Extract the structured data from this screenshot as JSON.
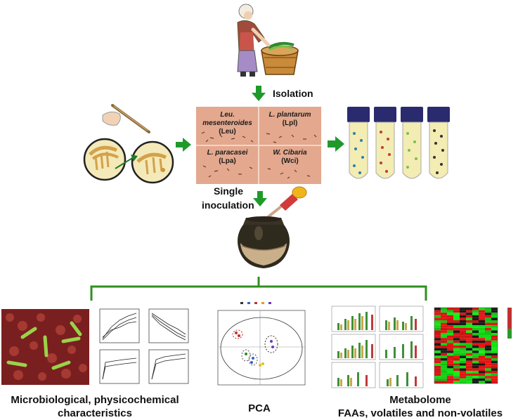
{
  "labels": {
    "isolation": "Isolation",
    "single": "Single",
    "inoculation": "inoculation"
  },
  "strains": [
    {
      "name": "Leu. mesenteroides",
      "abbr": "(Leu)"
    },
    {
      "name": "L. plantarum",
      "abbr": "(Lpl)"
    },
    {
      "name": "L. paracasei",
      "abbr": "(Lpa)"
    },
    {
      "name": "W. Cibaria",
      "abbr": "(Wci)"
    }
  ],
  "captions": {
    "micro_line1": "Microbiological, physicochemical",
    "micro_line2": "characteristics",
    "pca": "PCA",
    "metab_line1": "Metabolome",
    "metab_line2": "FAAs, volatiles and non-volatiles"
  },
  "colors": {
    "arrow": "#1f9a2a",
    "bracket": "#2f8f1f",
    "petri": "#e3a88e",
    "tube_cap": "#2a2a6e"
  }
}
